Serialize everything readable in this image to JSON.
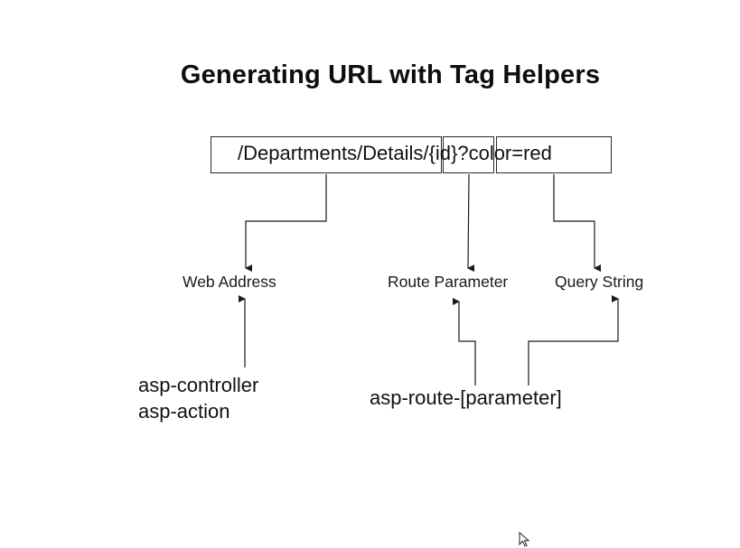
{
  "title": "Generating URL with Tag Helpers",
  "url": {
    "text": "/Departments/Details/{id}?color=red",
    "segments": [
      "/Departments/Details",
      "/{id}",
      "?color=red"
    ]
  },
  "targets": {
    "web_address": "Web Address",
    "route_parameter": "Route Parameter",
    "query_string": "Query String"
  },
  "sources": {
    "controller": "asp-controller",
    "action": "asp-action",
    "route": "asp-route-[parameter]"
  },
  "colors": {
    "line": "#1a1a1a",
    "text": "#111111",
    "background": "#ffffff"
  },
  "icons": [
    "mouse-cursor-icon"
  ]
}
